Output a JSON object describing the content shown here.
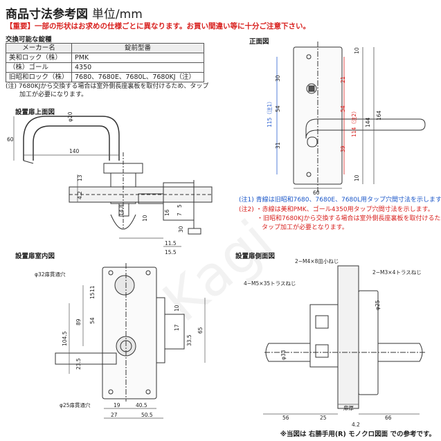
{
  "header": {
    "title": "商品寸法参考図",
    "unit": "単位/mm"
  },
  "warning": "【重要】一部の形状はお求めの仕様ごとに異なります。お買い間違い等に十分ご注意下さい。",
  "compat": {
    "heading": "交換可能な錠種",
    "columns": [
      "メーカー名",
      "錠前型番"
    ],
    "rows": [
      [
        "美和ロック（株）",
        "PMK"
      ],
      [
        "（株）ゴール",
        "4350"
      ],
      [
        "旧昭和ロック（株）",
        "7680、7680E、7680L、7680KJ（注）"
      ]
    ],
    "note_line1": "(注) 7680KJから交換する場合は室外側長座裏板を取付けるため、タップ",
    "note_line2": "加工が必要になります。"
  },
  "sections": {
    "top": "設置扉上面図",
    "front": "正面図",
    "inside": "設置扉室内図",
    "side": "設置扉側面図"
  },
  "front_notes": {
    "n1": "(注1) 青線は旧昭和7680、7680E、7680L用タップ穴間寸法を示します。",
    "n2_a": "(注2) ・赤線は美和PMK、ゴール4350用タップ穴間寸法を示します。",
    "n2_b": "・旧昭和7680KJから交換する場合は室外側長座裏板を取付けるため、",
    "n2_c": "タップ加工が必要となります。"
  },
  "footer": "※当図は 右勝手用(R) モノクロ図面 での参考です。",
  "dims": {
    "top": {
      "d60": "60",
      "d140": "140",
      "phi20": "φ20",
      "d13": "13",
      "d4_2": "4.2",
      "d14_8": "14.8",
      "d10": "10",
      "d16": "16",
      "d5": "5",
      "d7": "7",
      "d11_5": "11.5",
      "d15_5": "15.5",
      "d30": "30"
    },
    "front": {
      "d10a": "10",
      "d10b": "10",
      "d30": "30",
      "d21": "21",
      "d115": "115（注1）",
      "d54a": "54",
      "d54b": "54",
      "d144": "144",
      "d164": "164",
      "d114": "114（注2）",
      "d31": "31",
      "d39": "39",
      "d60": "60"
    },
    "inside": {
      "phi32": "φ32扉貫通穴",
      "phi25": "φ25扉貫通穴",
      "d104_5": "104.5",
      "d89": "89",
      "d23_5": "23.5",
      "d54": "54",
      "d15": "15",
      "d11": "11",
      "d10": "10",
      "d17": "17",
      "d65": "65",
      "d33_5": "33.5",
      "d19": "19",
      "d40_5": "40.5",
      "d27": "27",
      "d50_5": "50.5"
    },
    "side": {
      "m4x8": "2−M4×8皿小ねじ",
      "m3x4": "2−M3×4トラスねじ",
      "m5x35": "4−M5×35トラスねじ",
      "phi25": "φ25",
      "phi33": "φ33",
      "d56": "56",
      "d25": "25",
      "d66": "66",
      "d4_2": "4.2",
      "door": "扉厚"
    }
  },
  "watermark": "Kagi"
}
